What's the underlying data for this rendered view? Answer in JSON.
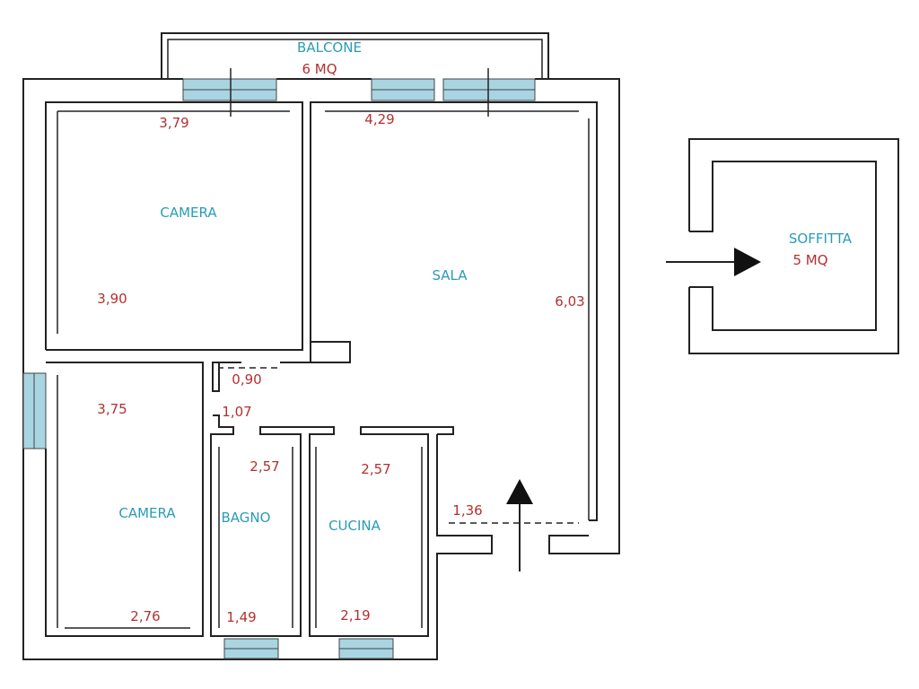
{
  "colors": {
    "room_label": "#2a9bb8",
    "dimension": "#b33030",
    "window_fill": "#a9d4e2",
    "wall": "#222222"
  },
  "rooms": {
    "balcone": {
      "name": "BALCONE",
      "area": "6 MQ"
    },
    "camera_top": {
      "name": "CAMERA",
      "width": "3,79",
      "depth": "3,90"
    },
    "sala": {
      "name": "SALA",
      "width": "4,29",
      "depth": "6,03"
    },
    "corridoio": {
      "width": "0,90",
      "depth": "1,07"
    },
    "camera_bottom": {
      "name": "CAMERA",
      "depth": "3,75",
      "width": "2,76"
    },
    "bagno": {
      "name": "BAGNO",
      "depth": "2,57",
      "width": "1,49"
    },
    "cucina": {
      "name": "CUCINA",
      "depth": "2,57",
      "width": "2,19"
    },
    "ingresso": {
      "width": "1,36"
    },
    "soffitta": {
      "name": "SOFFITTA",
      "area": "5 MQ"
    }
  },
  "icons": {
    "entrance": "arrow-up-icon",
    "soffitta_link": "arrow-right-icon"
  }
}
